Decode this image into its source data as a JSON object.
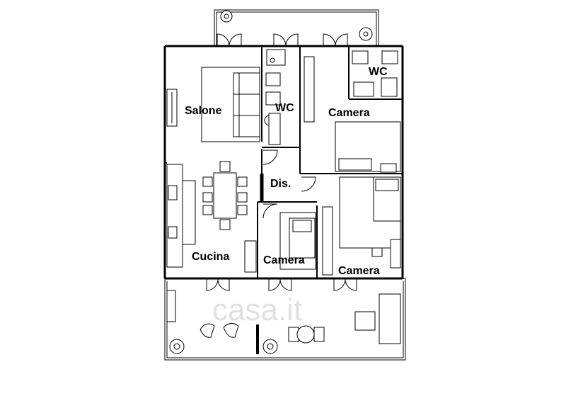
{
  "rooms": {
    "salone": "Salone",
    "wc_main": "WC",
    "wc_small": "WC",
    "camera_top": "Camera",
    "dis": "Dis.",
    "cucina": "Cucina",
    "camera_center": "Camera",
    "camera_right": "Camera"
  },
  "watermark": "casa.it",
  "icons": [
    "plant-icon",
    "door-swing-icon",
    "bed-icon",
    "sofa-icon",
    "toilet-icon",
    "chair-icon",
    "table-icon"
  ]
}
